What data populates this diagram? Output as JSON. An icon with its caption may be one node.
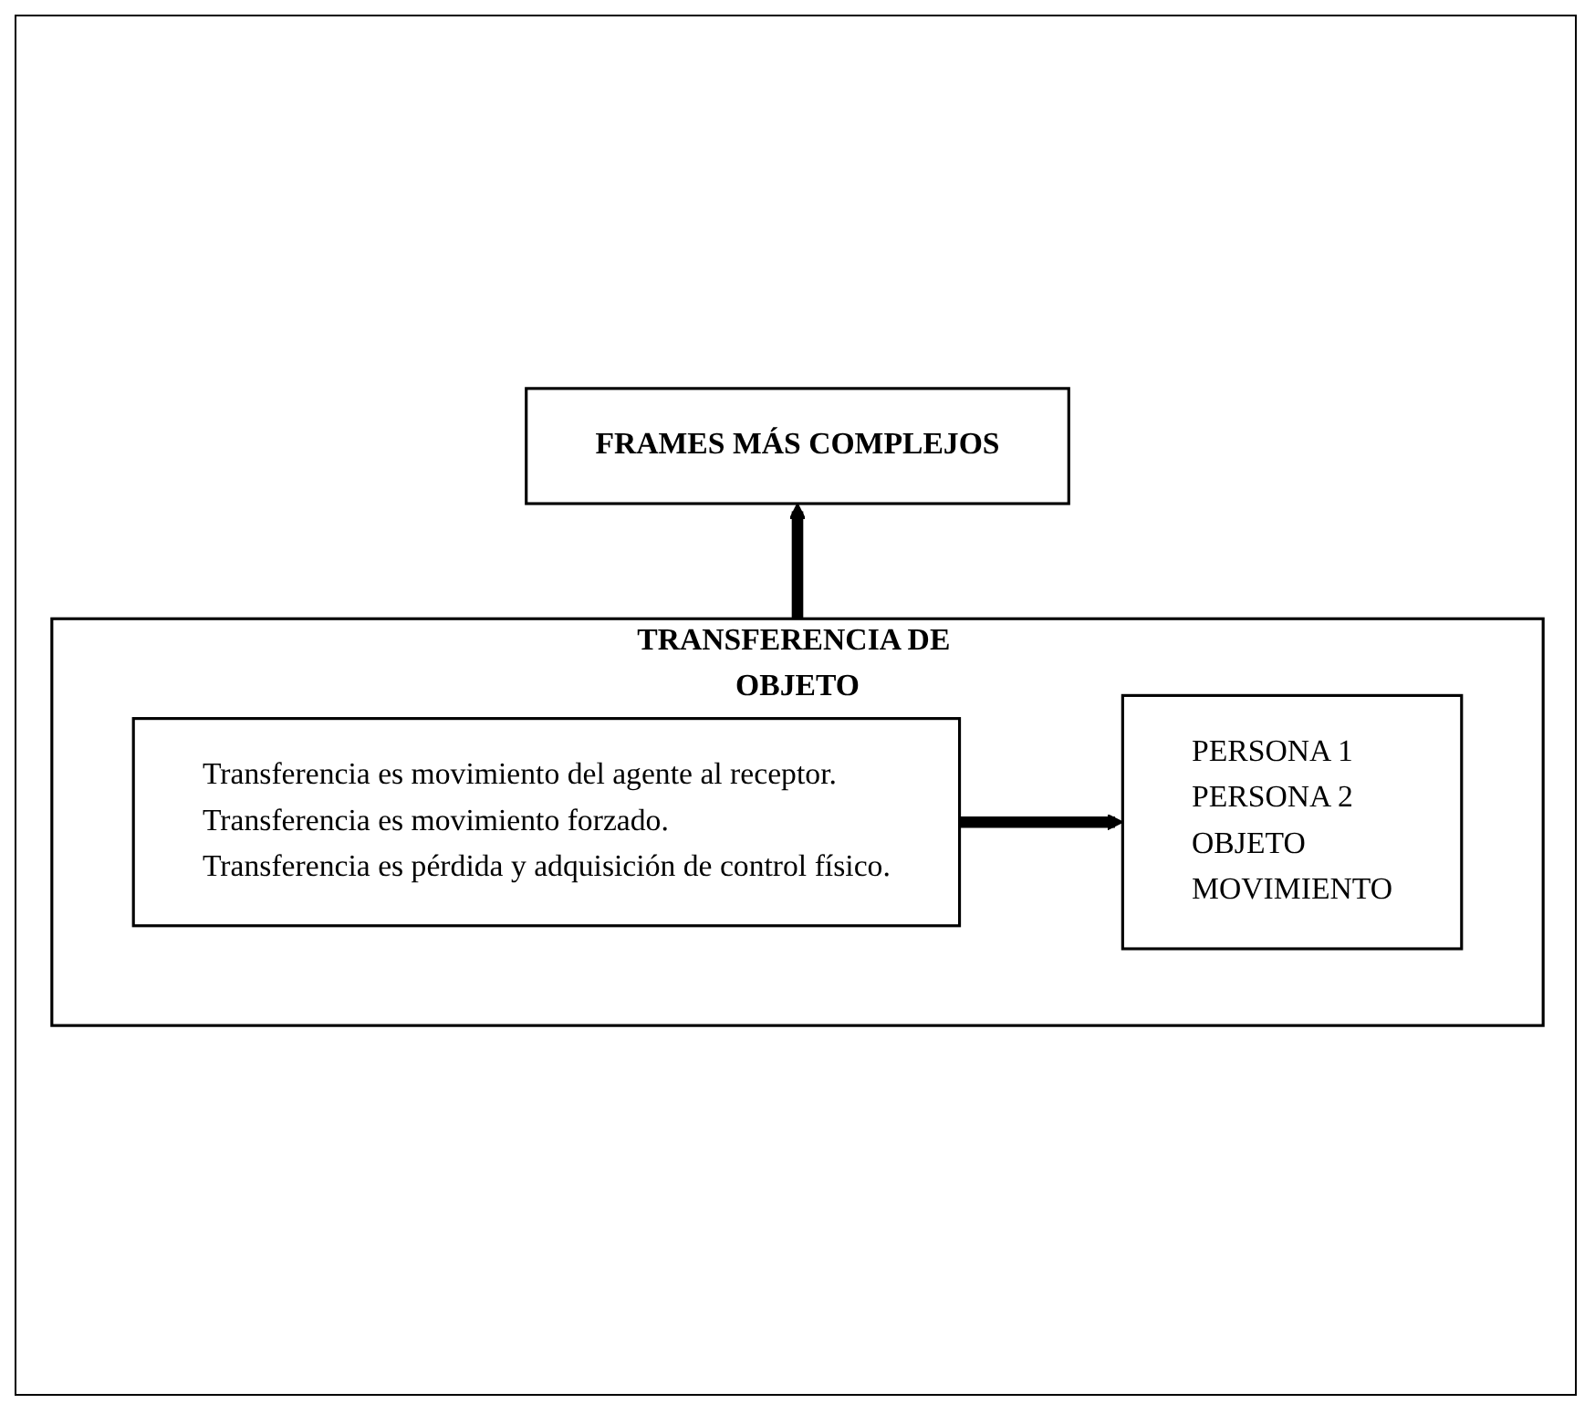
{
  "diagram": {
    "nodes": [
      {
        "text": [
          "FRAMES MÁS COMPLEJOS"
        ]
      },
      {
        "text": [
          "TRANSFERENCIA DE OBJETO"
        ]
      },
      {
        "text": [
          "Transferencia es movimiento del agente al receptor.",
          "Transferencia es movimiento forzado.",
          "Transferencia es pérdida y adquisición de control físico."
        ],
        "in": 1
      },
      {
        "text": [
          "PERSONA 1",
          "PERSONA 2",
          "OBJETO",
          "MOVIMIENTO"
        ],
        "in": 1
      }
    ],
    "edges": [
      {
        "from": 1,
        "to": 0,
        "arrow": "to"
      },
      {
        "from": 2,
        "to": 3,
        "arrow": "to"
      }
    ]
  }
}
